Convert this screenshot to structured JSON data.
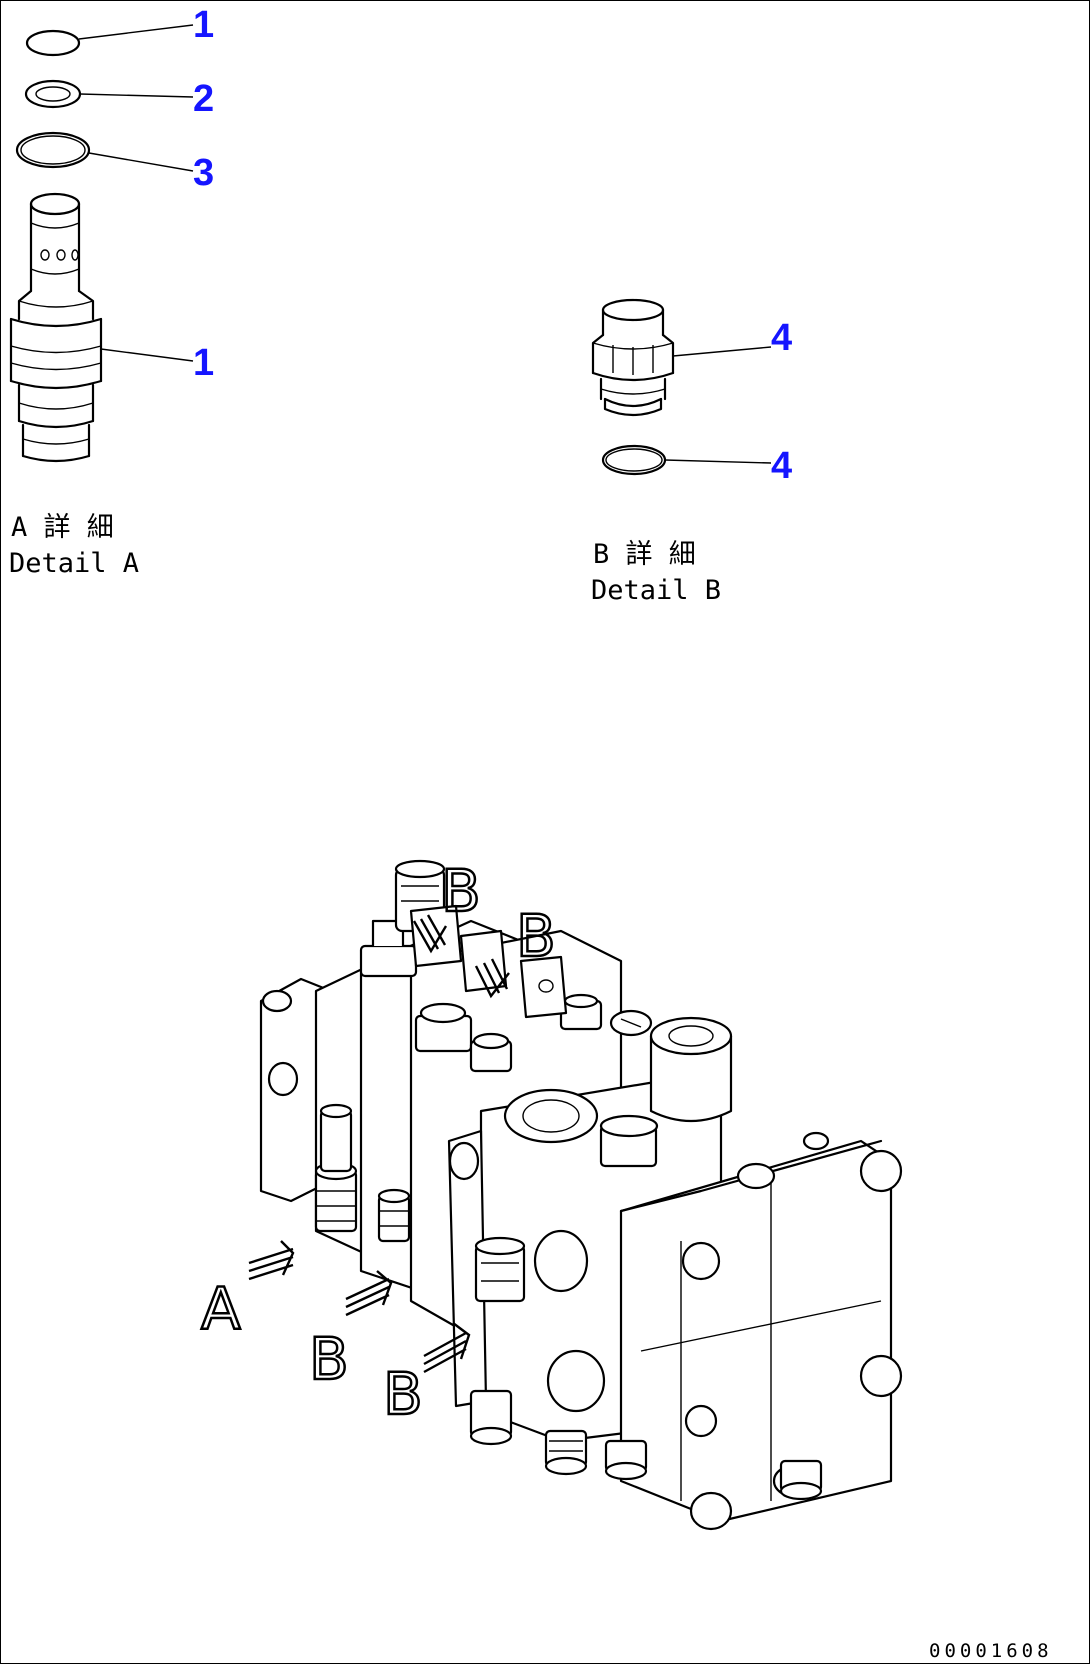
{
  "callouts": {
    "detail_a": [
      "1",
      "2",
      "3",
      "1"
    ],
    "detail_b": [
      "4",
      "4"
    ]
  },
  "captions": {
    "detail_a_jp": "A 詳 細",
    "detail_a_en": "Detail A",
    "detail_b_jp": "B 詳 細",
    "detail_b_en": "Detail B"
  },
  "view_labels": {
    "top_b1": "B",
    "top_b2": "B",
    "arrow_a": "A",
    "arrow_b1": "B",
    "arrow_b2": "B"
  },
  "doc_number": "00001608",
  "colors": {
    "callout": "#1515ff",
    "line": "#000000",
    "background": "#ffffff"
  }
}
